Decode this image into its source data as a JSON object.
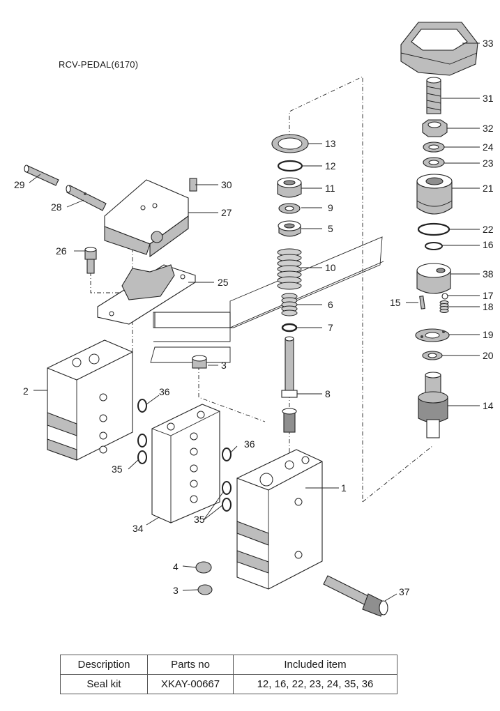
{
  "diagram": {
    "title": "RCV-PEDAL(6170)",
    "callouts": [
      "1",
      "2",
      "3",
      "3",
      "4",
      "5",
      "6",
      "7",
      "8",
      "9",
      "10",
      "11",
      "12",
      "13",
      "14",
      "15",
      "16",
      "17",
      "18",
      "19",
      "20",
      "21",
      "22",
      "23",
      "24",
      "25",
      "26",
      "27",
      "28",
      "29",
      "30",
      "31",
      "32",
      "33",
      "34",
      "35",
      "35",
      "36",
      "36",
      "37",
      "38"
    ]
  },
  "table": {
    "headers": [
      "Description",
      "Parts no",
      "Included item"
    ],
    "rows": [
      [
        "Seal kit",
        "XKAY-00667",
        "12, 16, 22, 23, 24, 35, 36"
      ]
    ]
  }
}
